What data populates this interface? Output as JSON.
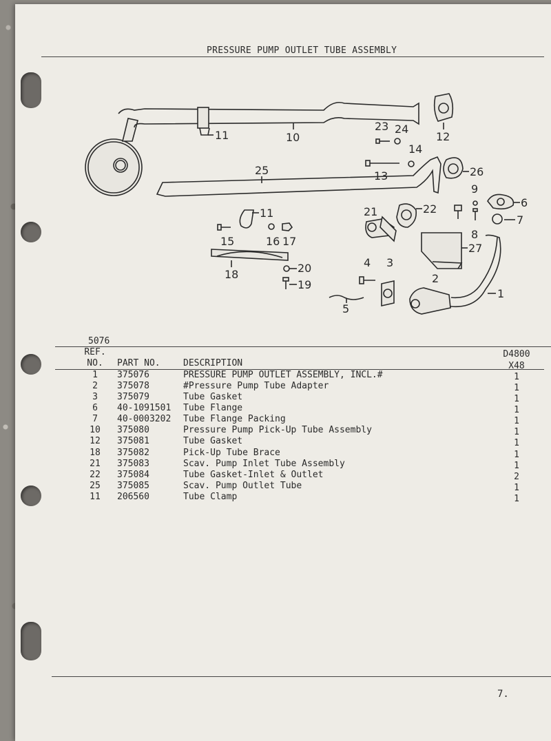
{
  "title": "PRESSURE PUMP OUTLET TUBE ASSEMBLY",
  "callouts": {
    "c1": "1",
    "c2": "2",
    "c3": "3",
    "c4": "4",
    "c5": "5",
    "c6": "6",
    "c7": "7",
    "c8": "8",
    "c9": "9",
    "c10": "10",
    "c11a": "11",
    "c11b": "11",
    "c12": "12",
    "c13": "13",
    "c14": "14",
    "c15": "15",
    "c16": "16",
    "c17": "17",
    "c18": "18",
    "c19": "19",
    "c20": "20",
    "c21": "21",
    "c22": "22",
    "c23": "23",
    "c24": "24",
    "c25": "25",
    "c26": "26",
    "c27": "27"
  },
  "table": {
    "group_code": "5076",
    "headers": {
      "ref_line1": "REF.",
      "ref_line2": "NO.",
      "part_no": "PART NO.",
      "description": "DESCRIPTION",
      "model_line1": "D4800",
      "model_line2": "X48"
    },
    "rows": [
      {
        "ref": "1",
        "part": "375076",
        "desc": "PRESSURE PUMP OUTLET ASSEMBLY, INCL.#",
        "qty": "1"
      },
      {
        "ref": "2",
        "part": "375078",
        "desc": "#Pressure Pump Tube Adapter",
        "qty": "1"
      },
      {
        "ref": "3",
        "part": "375079",
        "desc": "Tube Gasket",
        "qty": "1"
      },
      {
        "ref": "6",
        "part": "40-1091501",
        "desc": "Tube Flange",
        "qty": "1"
      },
      {
        "ref": "7",
        "part": "40-0003202",
        "desc": "Tube Flange Packing",
        "qty": "1"
      },
      {
        "ref": "10",
        "part": "375080",
        "desc": "Pressure Pump Pick-Up Tube Assembly",
        "qty": "1"
      },
      {
        "ref": "12",
        "part": "375081",
        "desc": "Tube Gasket",
        "qty": "1"
      },
      {
        "ref": "18",
        "part": "375082",
        "desc": "Pick-Up Tube Brace",
        "qty": "1"
      },
      {
        "ref": "21",
        "part": "375083",
        "desc": "Scav. Pump Inlet Tube Assembly",
        "qty": "1"
      },
      {
        "ref": "22",
        "part": "375084",
        "desc": "Tube Gasket-Inlet & Outlet",
        "qty": "2"
      },
      {
        "ref": "25",
        "part": "375085",
        "desc": "Scav. Pump Outlet Tube",
        "qty": "1"
      },
      {
        "ref": "11",
        "part": "206560",
        "desc": "Tube Clamp",
        "qty": "1"
      }
    ]
  },
  "page_number": "7."
}
